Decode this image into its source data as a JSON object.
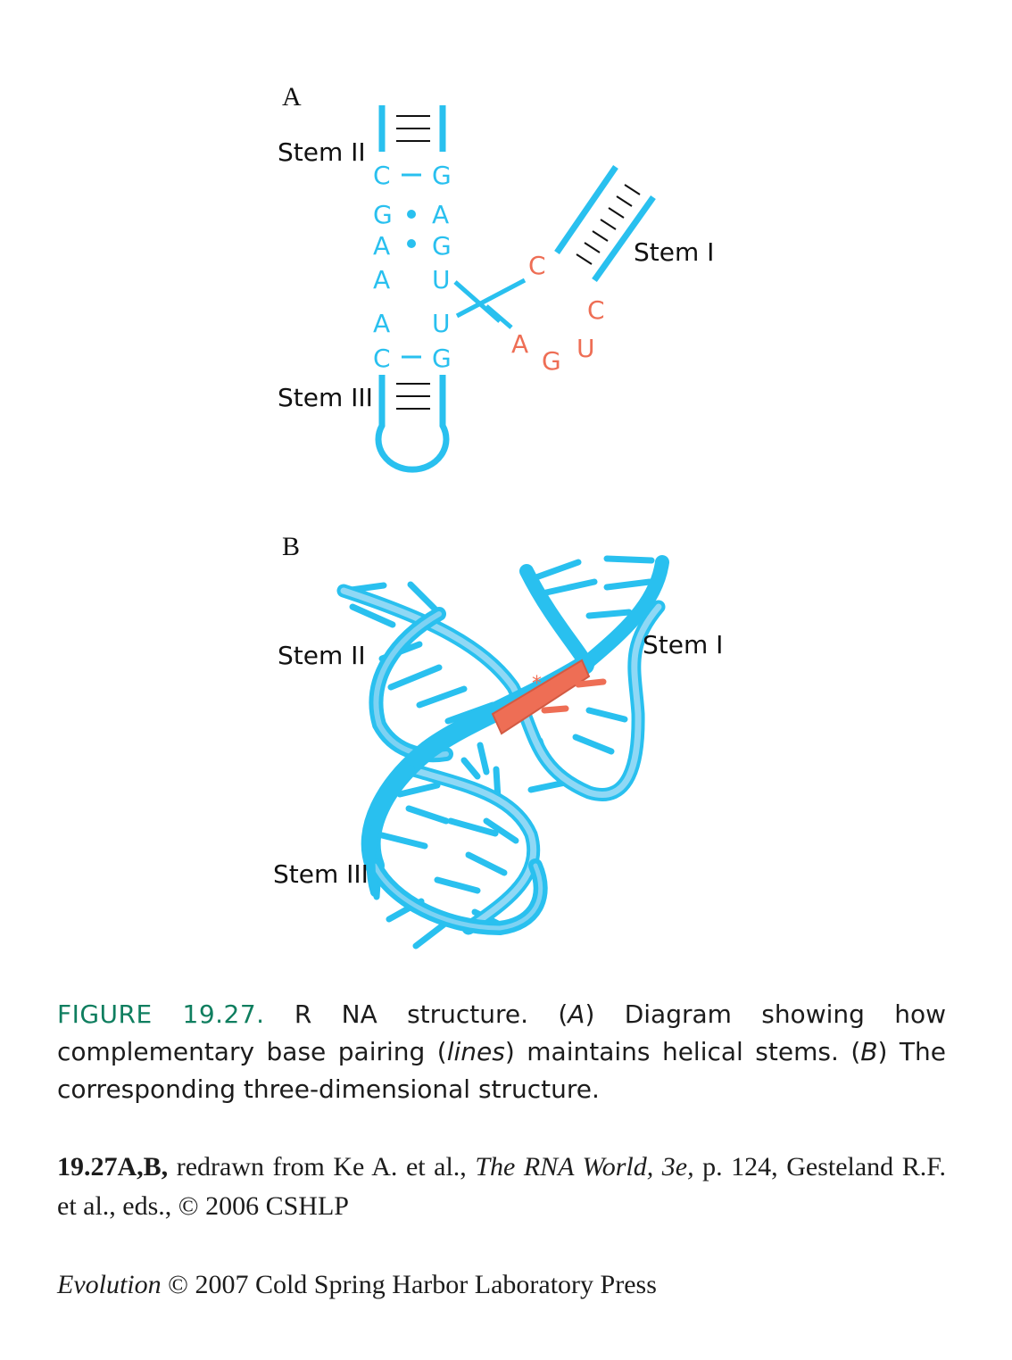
{
  "colors": {
    "strand": "#29c0ef",
    "strand_light": "#7dd2f3",
    "highlight": "#ee6e55",
    "ink": "#111111",
    "figure_number": "#0f7e5f"
  },
  "panel_a": {
    "letter": "A",
    "stem_labels": {
      "stem2": "Stem II",
      "stem1": "Stem I",
      "stem3": "Stem III"
    },
    "left_strand": [
      "C",
      "G",
      "A",
      "A",
      "A",
      "C"
    ],
    "right_strand": [
      "G",
      "A",
      "G",
      "U",
      "U",
      "G"
    ],
    "loop_bases": [
      "C",
      "C",
      "U",
      "G",
      "A"
    ]
  },
  "panel_b": {
    "letter": "B",
    "stem_labels": {
      "stem2": "Stem II",
      "stem1": "Stem I",
      "stem3": "Stem III"
    },
    "asterisk": "*"
  },
  "caption": {
    "figure_number": "FIGURE 19.27.",
    "p1": " R NA structure. (",
    "a": "A",
    "p2": ") Diagram showing how complementary base pairing (",
    "lines": "lines",
    "p3": ") maintains helical stems. (",
    "b": "B",
    "p4": ") The corresponding three-dimensional structure."
  },
  "credit": {
    "ref": "19.27A,B,",
    "p1": " redrawn from Ke A. et al., ",
    "book": "The RNA World, 3e,",
    "p2": " p. 124, Gesteland R.F. et al., eds., © 2006 CSHLP"
  },
  "footer": {
    "book": "Evolution",
    "rest": " © 2007 Cold Spring Harbor Laboratory Press"
  }
}
